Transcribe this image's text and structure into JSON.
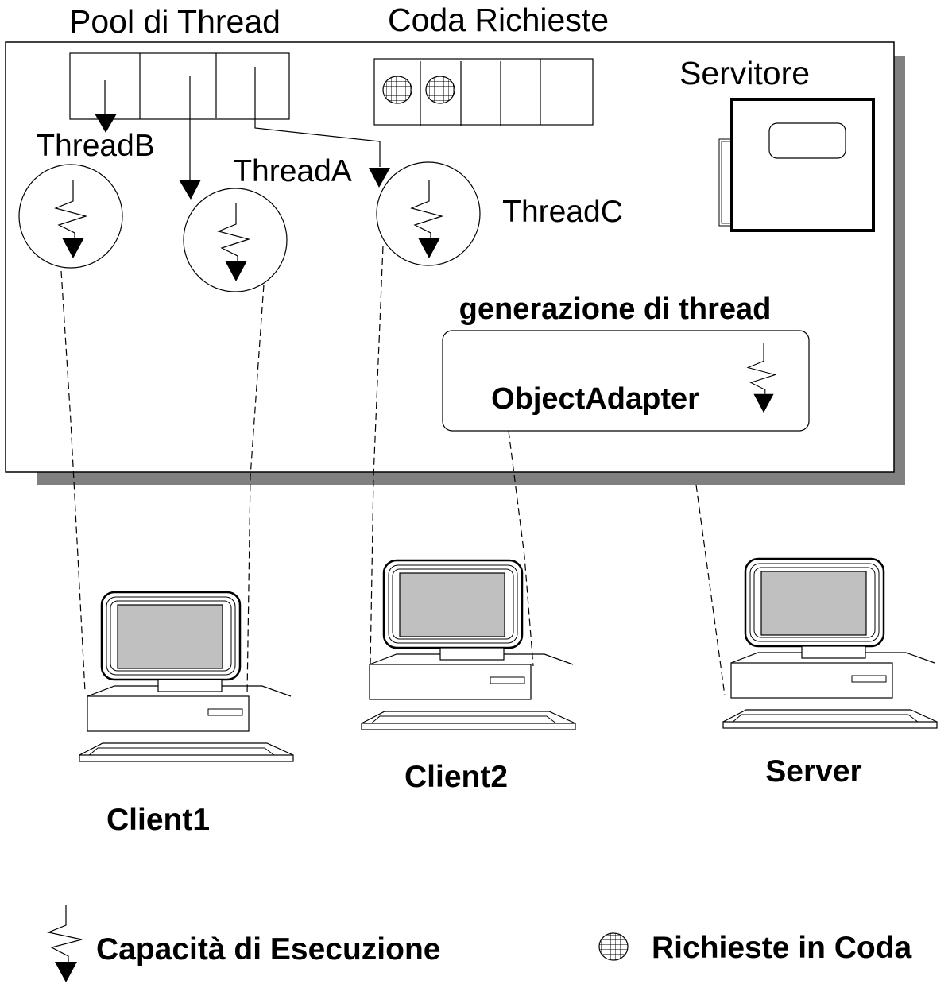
{
  "diagram": {
    "title_pool": "Pool di Thread",
    "title_queue": "Coda Richieste",
    "servant_label": "Servitore",
    "threads": [
      {
        "label": "ThreadB"
      },
      {
        "label": "ThreadA"
      },
      {
        "label": "ThreadC"
      }
    ],
    "thread_generation_label": "generazione di thread",
    "object_adapter_label": "ObjectAdapter",
    "queue": {
      "slots": 5,
      "queued_requests": 2
    },
    "pool": {
      "slots": 3
    },
    "machines": [
      {
        "label": "Client1"
      },
      {
        "label": "Client2"
      },
      {
        "label": "Server"
      }
    ],
    "legend": [
      {
        "icon": "execution-capacity-icon",
        "label": "Capacità di Esecuzione"
      },
      {
        "icon": "queued-request-icon",
        "label": "Richieste in Coda"
      }
    ],
    "colors": {
      "shadow": "#808080",
      "screen": "#c0c0c0",
      "line": "#000000",
      "background": "#ffffff"
    }
  }
}
